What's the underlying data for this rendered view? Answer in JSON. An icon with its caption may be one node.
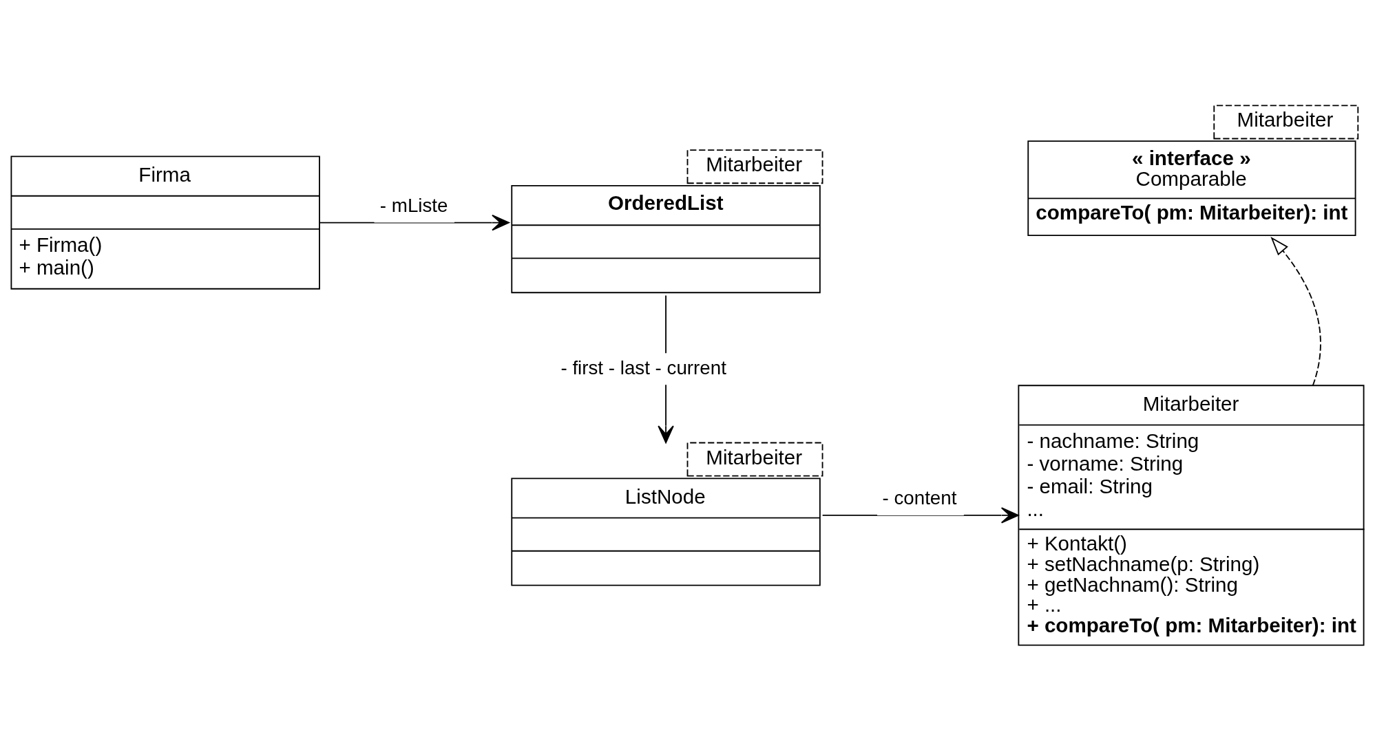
{
  "diagram": {
    "nodes": [
      {
        "text": [
          "Firma",
          "+ Firma()",
          "+ main()"
        ]
      },
      {
        "text": [
          "OrderedList"
        ],
        "beside": [
          "Mitarbeiter"
        ]
      },
      {
        "text": [
          "ListNode"
        ],
        "beside": [
          "Mitarbeiter"
        ]
      },
      {
        "text": [
          "« interface »",
          "Comparable",
          "compareTo( pm: Mitarbeiter): int"
        ],
        "beside": [
          "Mitarbeiter"
        ]
      },
      {
        "text": [
          "Mitarbeiter",
          "- nachname: String",
          "- vorname: String",
          "- email: String",
          "...",
          "+ Kontakt()",
          "+ setNachname(p: String)",
          "+ getNachnam(): String",
          "+ ...",
          "+ compareTo( pm: Mitarbeiter): int"
        ]
      }
    ],
    "edges": [
      {
        "from": 0,
        "to": 1,
        "arrow": "to",
        "label": "- mListe"
      },
      {
        "from": 1,
        "to": 2,
        "arrow": "to",
        "label": "- first - last - current"
      },
      {
        "from": 2,
        "to": 4,
        "arrow": "to",
        "label": "- content"
      },
      {
        "from": 4,
        "to": 3,
        "arrow": "to",
        "style": "dashed"
      }
    ]
  }
}
